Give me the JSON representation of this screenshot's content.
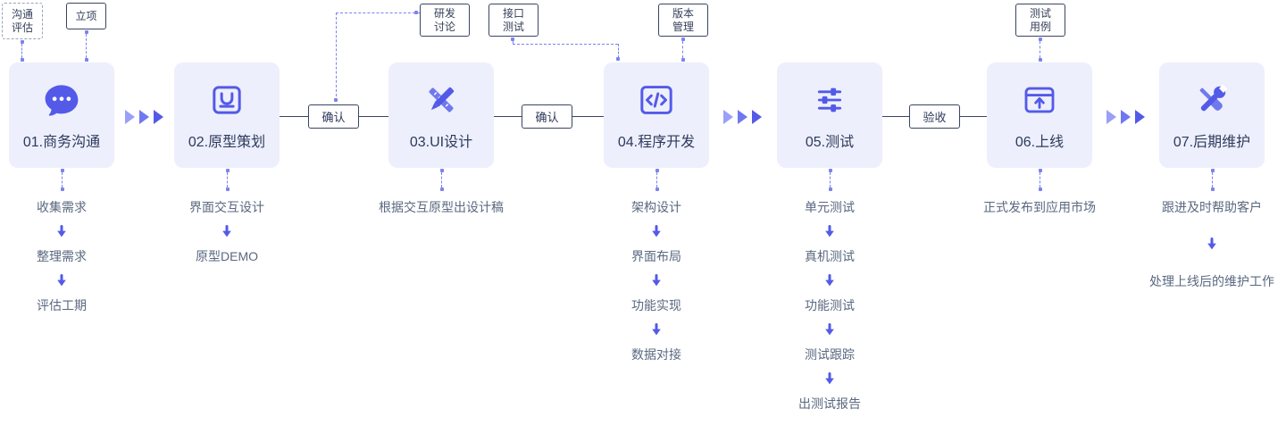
{
  "colors": {
    "accent": "#545ae8",
    "accent_light": "#7d82f0",
    "stage_bg": "#edeffc",
    "stage_title": "#2f3b5c",
    "item_text": "#5a6880",
    "dark_line": "#3a4563"
  },
  "annotations": {
    "comm_eval": {
      "line1": "沟通",
      "line2": "评估"
    },
    "project_approval": {
      "label": "立项"
    },
    "dev_discussion": {
      "line1": "研发",
      "line2": "讨论"
    },
    "api_test": {
      "line1": "接口",
      "line2": "测试"
    },
    "version_mgmt": {
      "line1": "版本",
      "line2": "管理"
    },
    "test_case": {
      "line1": "测试",
      "line2": "用例"
    }
  },
  "gates": {
    "confirm1": "确认",
    "confirm2": "确认",
    "accept": "验收"
  },
  "stages": [
    {
      "title": "01.商务沟通",
      "icon": "chat-bubble-icon",
      "items": [
        "收集需求",
        "整理需求",
        "评估工期"
      ]
    },
    {
      "title": "02.原型策划",
      "icon": "prototype-icon",
      "items": [
        "界面交互设计",
        "原型DEMO"
      ]
    },
    {
      "title": "03.UI设计",
      "icon": "design-tools-icon",
      "items": [
        "根据交互原型出设计稿"
      ]
    },
    {
      "title": "04.程序开发",
      "icon": "code-icon",
      "items": [
        "架构设计",
        "界面布局",
        "功能实现",
        "数据对接"
      ]
    },
    {
      "title": "05.测试",
      "icon": "sliders-icon",
      "items": [
        "单元测试",
        "真机测试",
        "功能测试",
        "测试跟踪",
        "出测试报告"
      ]
    },
    {
      "title": "06.上线",
      "icon": "publish-icon",
      "items": [
        "正式发布到应用市场"
      ]
    },
    {
      "title": "07.后期维护",
      "icon": "tools-icon",
      "items": [
        "跟进及时帮助客户",
        "处理上线后的维护工作"
      ]
    }
  ]
}
